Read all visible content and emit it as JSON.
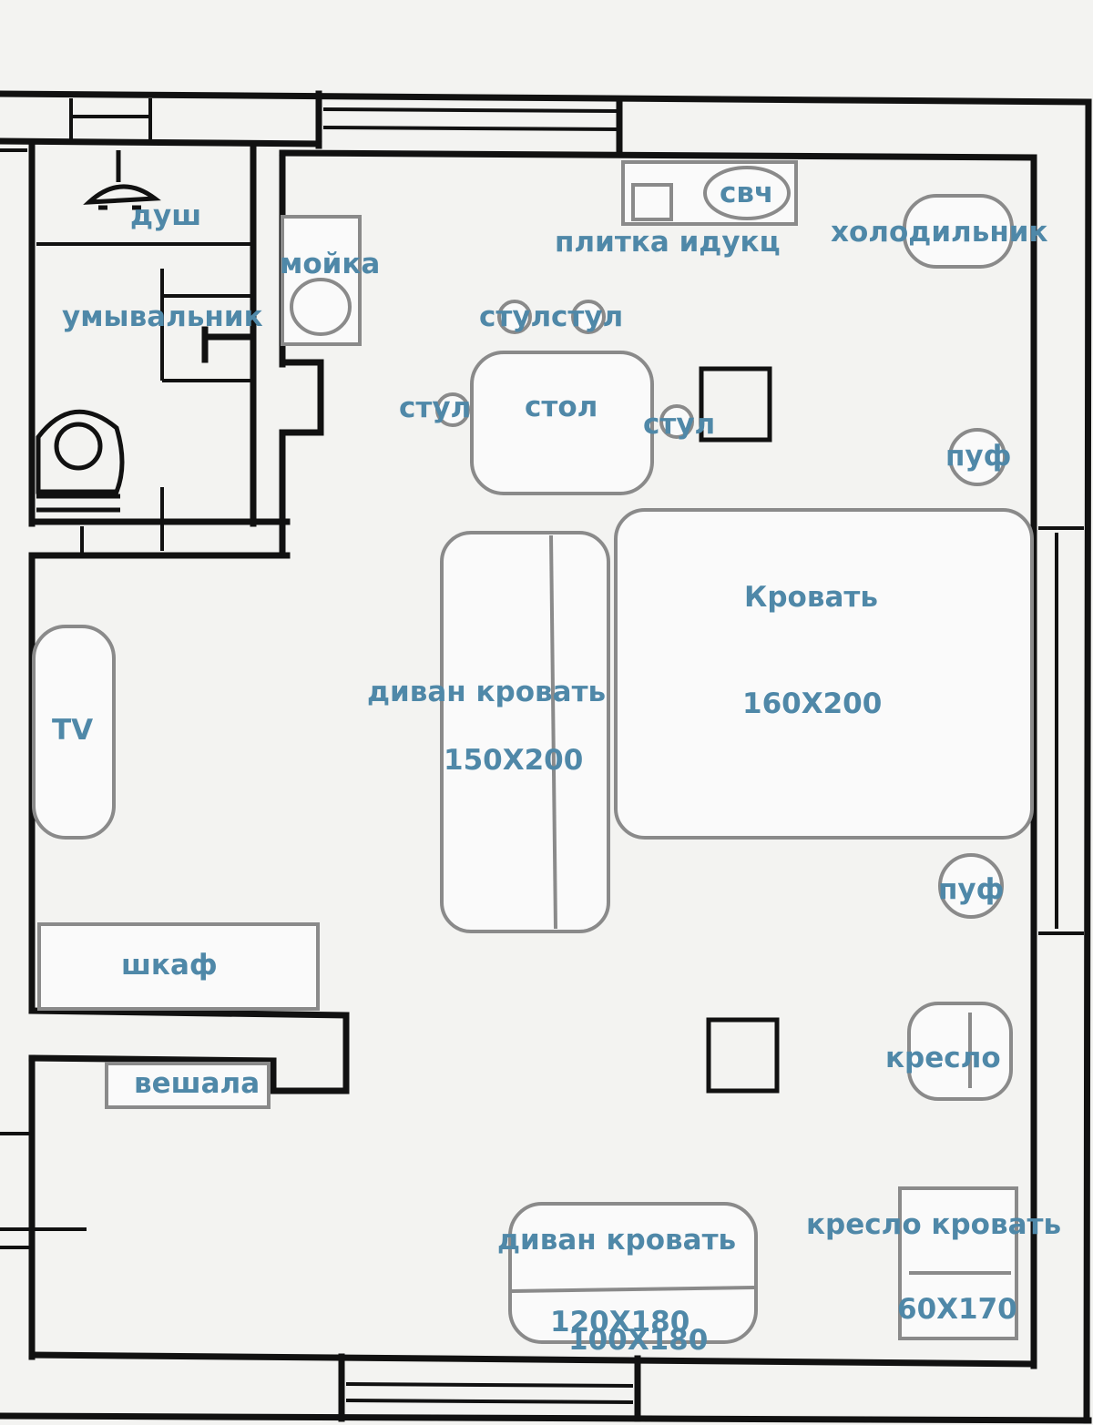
{
  "labels": {
    "shower": "душ",
    "washbasin": "умывальник",
    "sink": "мойка",
    "microwave": "свч",
    "stove": "плитка идукц",
    "fridge": "холодильник",
    "chair_top_left": "стул",
    "chair_top_right": "стул",
    "chair_left": "стул",
    "chair_right": "стул",
    "table": "стол",
    "pouf_top": "пуф",
    "pouf_bottom": "пуф",
    "bed_title": "Кровать",
    "bed_size": "160Х200",
    "sofa_bed_title": "диван кровать",
    "sofa_bed_size": "150Х200",
    "tv": "TV",
    "wardrobe": "шкаф",
    "hangers": "вешала",
    "armchair": "кресло",
    "armchair_bed_title": "кресло кровать",
    "armchair_bed_size": "60Х170",
    "small_sofa_title": "диван кровать",
    "small_sofa_size_a": "120Х180",
    "small_sofa_size_b": "100Х180"
  },
  "colors": {
    "label": "#4f88a8",
    "wall": "#111111",
    "furniture_outline": "#8a8a8a",
    "background": "#f3f3f1"
  }
}
